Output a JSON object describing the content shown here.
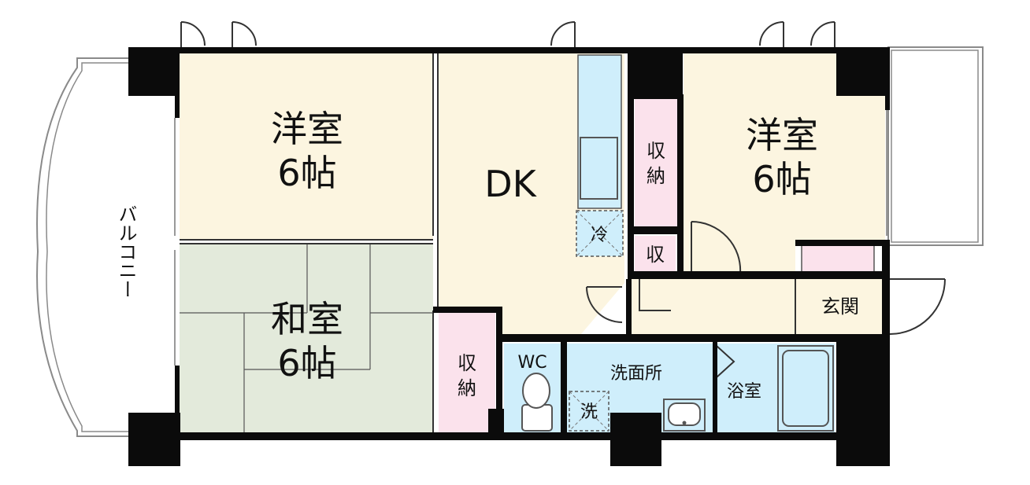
{
  "rooms": {
    "western_left": {
      "name": "洋室",
      "size": "6帖"
    },
    "western_right": {
      "name": "洋室",
      "size": "6帖"
    },
    "japanese": {
      "name": "和室",
      "size": "6帖"
    },
    "dining_kitchen": {
      "name": "DK"
    },
    "wc": {
      "name": "WC"
    },
    "washroom": {
      "name": "洗面所"
    },
    "bathroom": {
      "name": "浴室"
    },
    "entrance": {
      "name": "玄関"
    },
    "balcony": {
      "name": "バルコニー"
    }
  },
  "storage": {
    "dk_closet": {
      "line1": "収",
      "line2": "納"
    },
    "small_closet": {
      "label": "収"
    },
    "japanese_closet": {
      "line1": "収",
      "line2": "納"
    }
  },
  "fixtures": {
    "fridge": {
      "label": "冷"
    },
    "washer": {
      "label": "洗"
    }
  },
  "colors": {
    "western_floor": "#fcf5e0",
    "japanese_floor": "#e3eadb",
    "storage_fill": "#fbe2ec",
    "water_fill": "#cfeefb",
    "wall": "#0b0b0b"
  }
}
